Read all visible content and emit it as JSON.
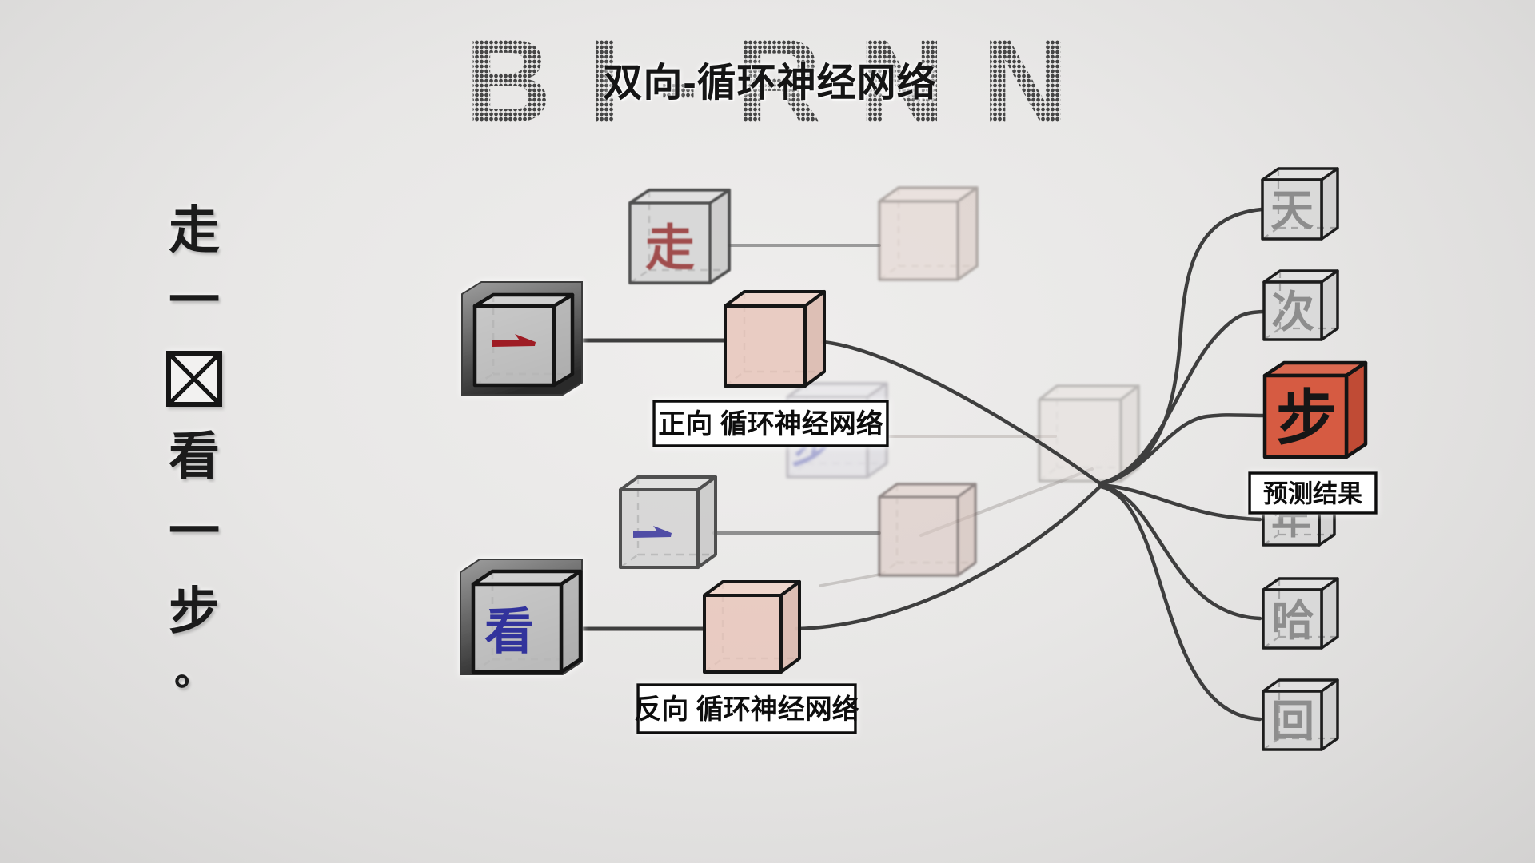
{
  "title": {
    "text": "双向-循环神经网络",
    "watermark": "BI-RNN"
  },
  "left_phrase": {
    "chars": [
      "走",
      "一",
      "☒",
      "看",
      "一",
      "步",
      "。"
    ],
    "masked_index": 2
  },
  "tokens": {
    "top_context": "走",
    "top_input": "一",
    "bottom_input": "看",
    "bottom_context": "一",
    "masked_hidden": "步"
  },
  "outputs": {
    "candidates": [
      "天",
      "次",
      "步",
      "年",
      "哈",
      "回"
    ],
    "predicted": "步"
  },
  "labels": {
    "forward": "正向 循环神经网络",
    "backward": "反向 循环神经网络",
    "prediction": "预测结果"
  },
  "colors": {
    "accent_red": "#d65b42",
    "pink": "#e8cac1",
    "char_red": "#9e1c24",
    "char_blue": "#32339c",
    "line_dark": "#3e3e3e",
    "line_light": "#9a9a9a"
  }
}
